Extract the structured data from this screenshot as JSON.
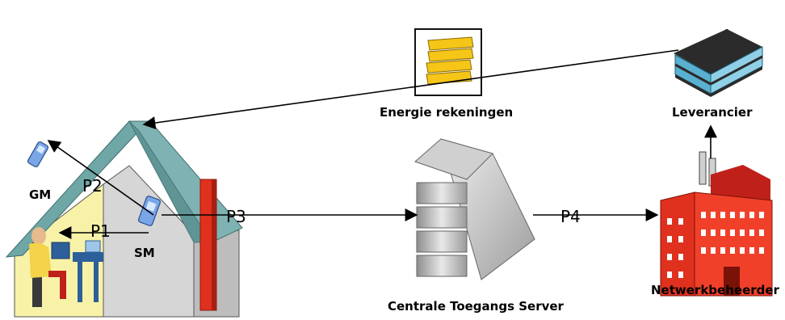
{
  "labels": {
    "energie": "Energie rekeningen",
    "leverancier": "Leverancier",
    "gm": "GM",
    "p2": "P2",
    "p1": "P1",
    "sm": "SM",
    "p3": "P3",
    "p4": "P4",
    "server": "Centrale Toegangs Server",
    "netwerk": "Netwerkbeheerder"
  },
  "colors": {
    "house_roof": "#6fa6a6",
    "house_wall": "#d9d9d9",
    "factory": "#e0301e",
    "bills_yellow": "#f5c518",
    "office_blue": "#5ab0d0",
    "server_gray": "#b8b8b8",
    "room_yellow": "#f7f2a8"
  },
  "icons": [
    "smartphone-icon-gm",
    "smart-meter-icon",
    "person-desk-icon",
    "bill-stack-icon",
    "office-building-icon",
    "server-icon",
    "factory-icon",
    "house-icon"
  ]
}
